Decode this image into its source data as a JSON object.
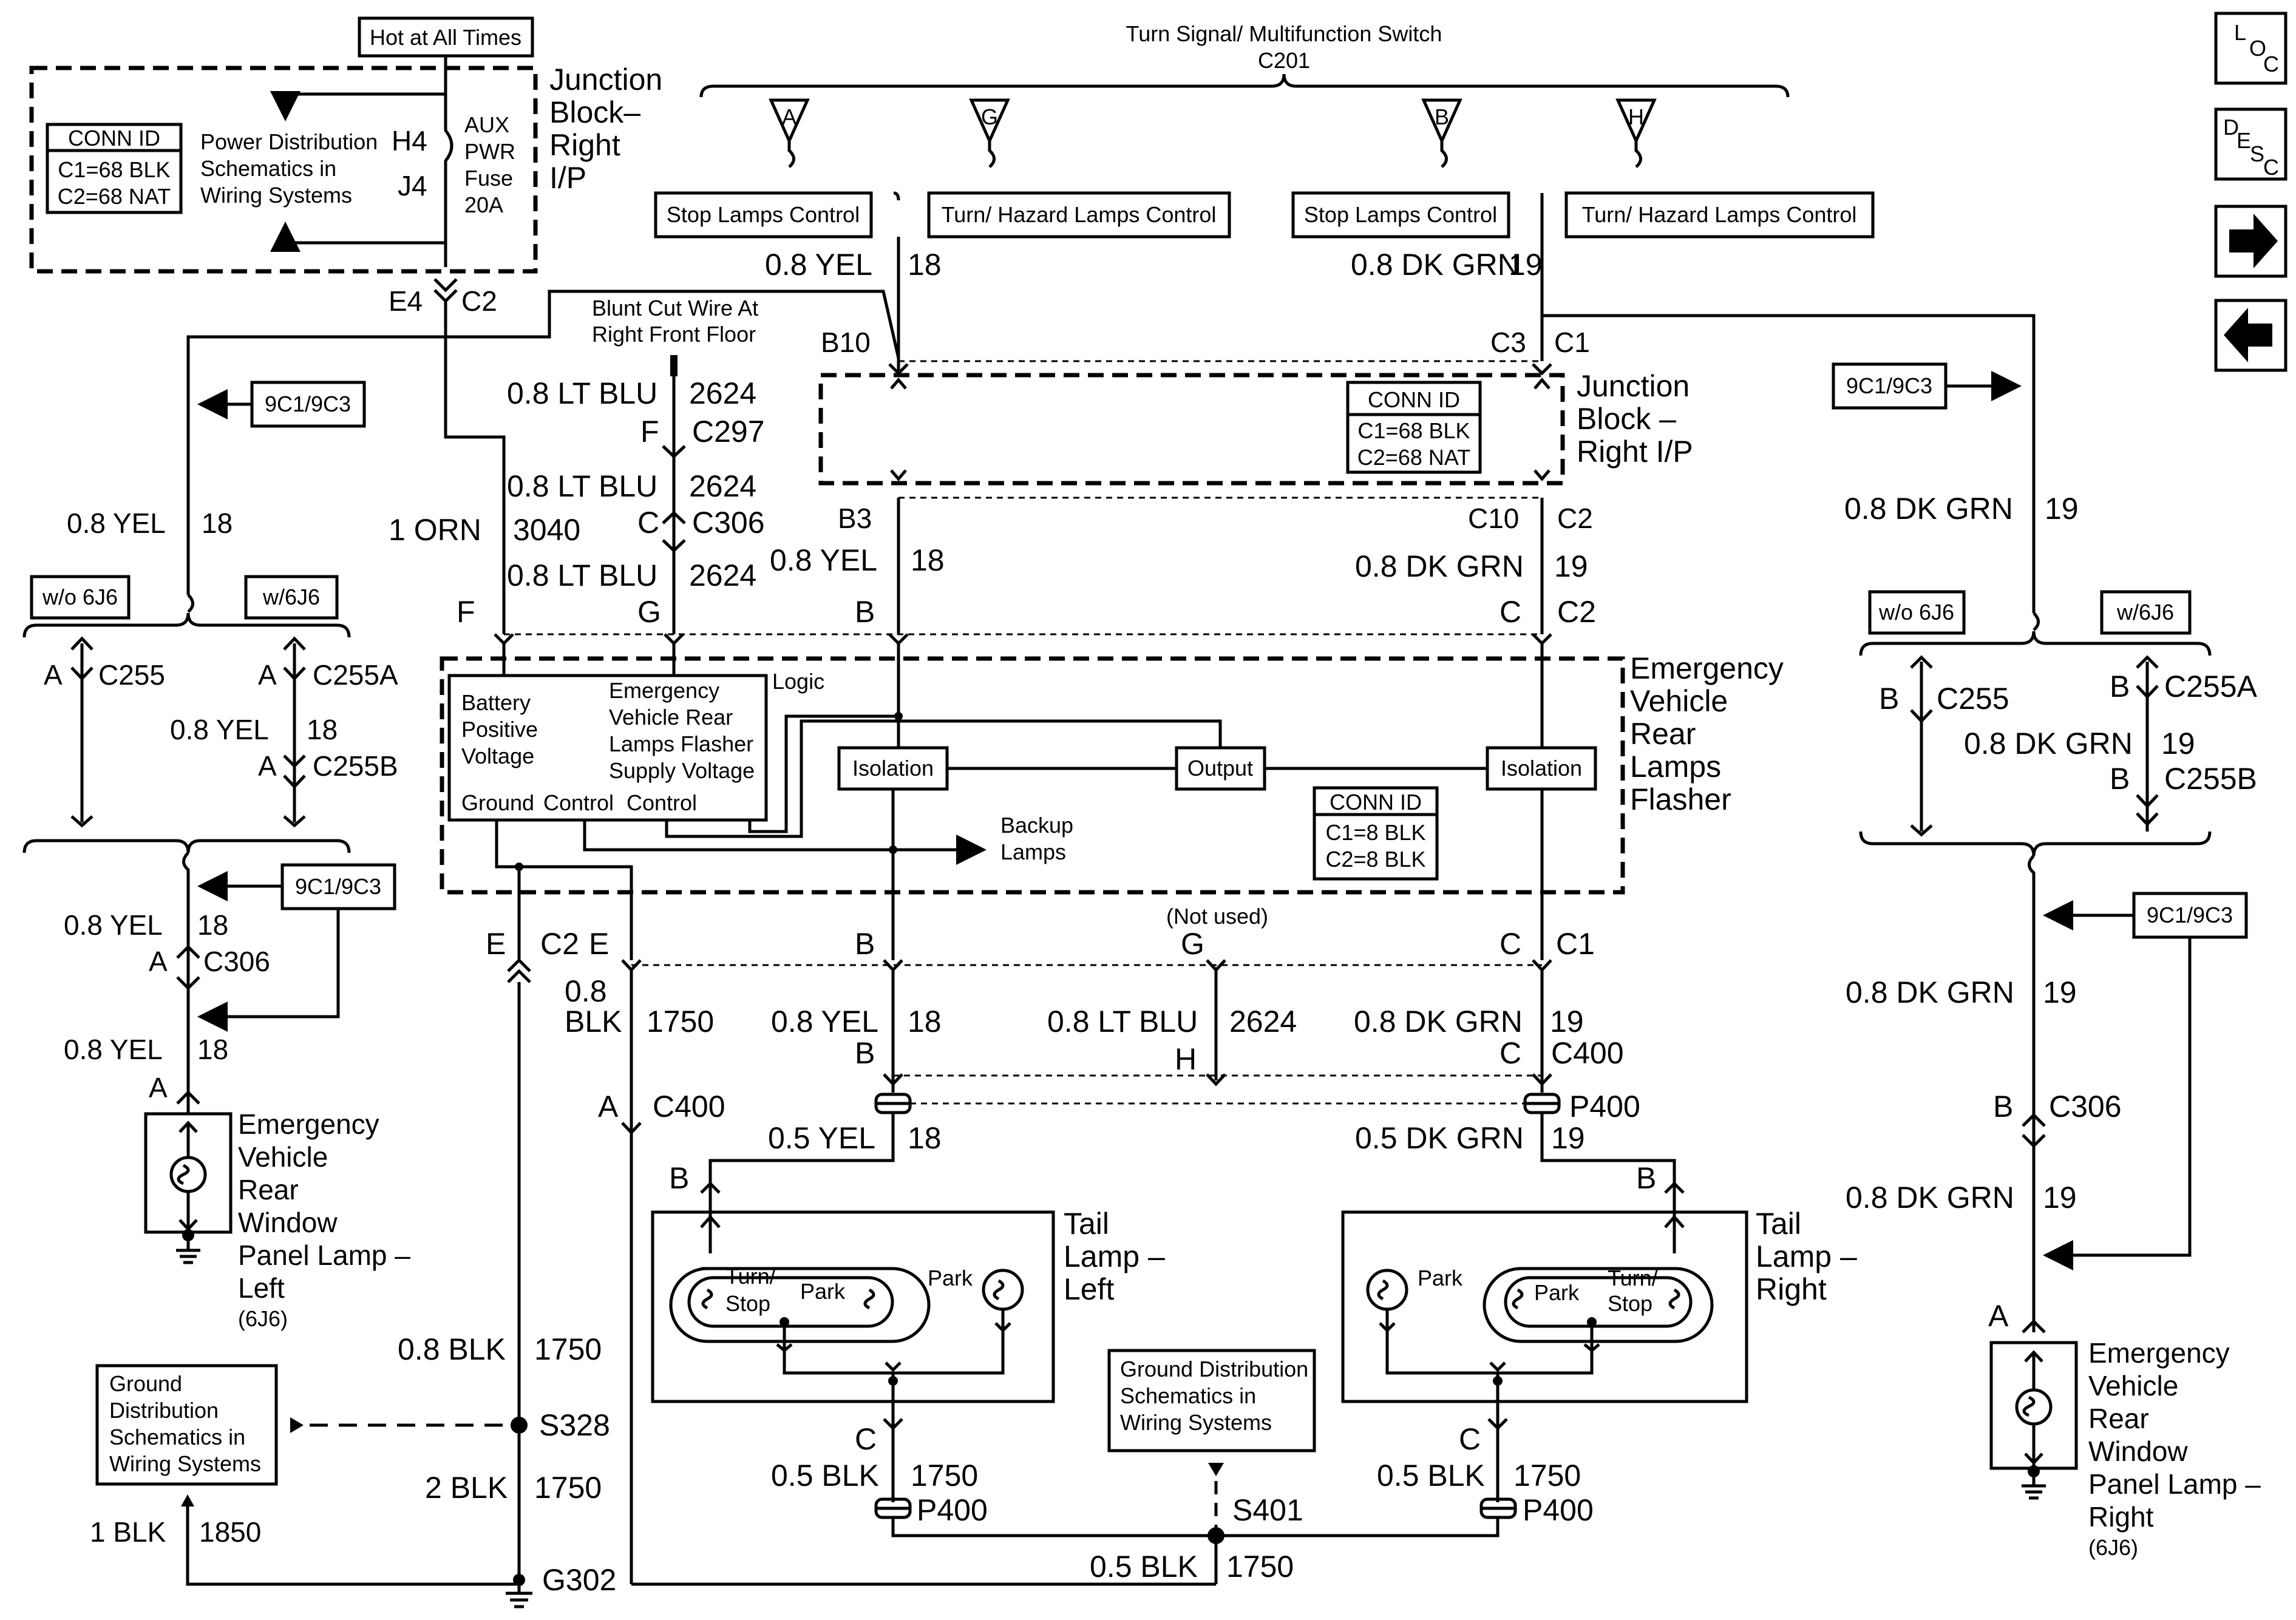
{
  "header": {
    "switch_title": "Turn Signal/ Multifunction Switch",
    "switch_conn": "C201",
    "hot_at_all_times": "Hot at All Times"
  },
  "nav": {
    "loc": [
      "L",
      "O",
      "C"
    ],
    "desc": [
      "D",
      "E",
      "S",
      "C"
    ]
  },
  "switch_pins": [
    "A",
    "G",
    "B",
    "H"
  ],
  "controls": [
    "Stop Lamps Control",
    "Turn/ Hazard Lamps Control",
    "Stop Lamps Control",
    "Turn/ Hazard Lamps Control"
  ],
  "junction_top": {
    "label": [
      "Junction",
      "Block–",
      "Right",
      "I/P"
    ],
    "conn_id": [
      "CONN ID",
      "C1=68 BLK",
      "C2=68 NAT"
    ],
    "pds": [
      "Power Distribution",
      "Schematics in",
      "Wiring Systems"
    ],
    "h4": "H4",
    "j4": "J4",
    "fuse": [
      "AUX",
      "PWR",
      "Fuse",
      "20A"
    ],
    "e4": "E4",
    "c2": "C2"
  },
  "junction_mid": {
    "label": [
      "Junction",
      "Block –",
      "Right I/P"
    ],
    "conn_id": [
      "CONN ID",
      "C1=68 BLK",
      "C2=68 NAT"
    ],
    "b10": "B10",
    "c3": "C3",
    "c1": "C1",
    "b3": "B3",
    "c10": "C10",
    "c2": "C2"
  },
  "blunt_cut": [
    "Blunt Cut Wire At",
    "Right Front Floor"
  ],
  "wires": {
    "yel_08": "0.8 YEL",
    "n18": "18",
    "dkgrn_08": "0.8 DK GRN",
    "n19": "19",
    "ltblu_08": "0.8 LT BLU",
    "n2624": "2624",
    "orn_1": "1 ORN",
    "n3040": "3040",
    "blk_08": "0.8",
    "blk_word": "BLK",
    "n1750": "1750",
    "yel_05": "0.5 YEL",
    "dkgrn_05": "0.5 DK GRN",
    "blk_05": "0.5 BLK",
    "blk_08_full": "0.8 BLK",
    "blk_2": "2 BLK",
    "blk_1": "1 BLK",
    "n1850": "1850"
  },
  "connectors": {
    "f": "F",
    "c297": "C297",
    "c": "C",
    "c306": "C306",
    "g": "G",
    "b": "B",
    "c255": "C255",
    "c255a": "C255A",
    "c255b": "C255B",
    "a": "A",
    "e": "E",
    "c400": "C400",
    "h": "H",
    "p400": "P400",
    "s328": "S328",
    "g302": "G302",
    "s401": "S401"
  },
  "options": [
    "w/o 6J6",
    "w/6J6"
  ],
  "ref_9c": "9C1/9C3",
  "flasher": {
    "label": [
      "Emergency",
      "Vehicle",
      "Rear",
      "Lamps",
      "Flasher"
    ],
    "battery": [
      "Battery",
      "Positive",
      "Voltage"
    ],
    "supply": [
      "Emergency",
      "Vehicle Rear",
      "Lamps Flasher",
      "Supply Voltage"
    ],
    "bottom": [
      "Ground",
      "Control",
      "Control"
    ],
    "logic": "Logic",
    "isolation": "Isolation",
    "output": "Output",
    "backup": [
      "Backup",
      "Lamps"
    ],
    "conn_id": [
      "CONN ID",
      "C1=8 BLK",
      "C2=8 BLK"
    ]
  },
  "not_used": "(Not used)",
  "tail_left": [
    "Tail",
    "Lamp –",
    "Left"
  ],
  "tail_right": [
    "Tail",
    "Lamp –",
    "Right"
  ],
  "lamp_labels": {
    "turn": "Turn/",
    "stop": "Stop",
    "park": "Park"
  },
  "panel_left": [
    "Emergency",
    "Vehicle",
    "Rear",
    "Window",
    "Panel Lamp –",
    "Left"
  ],
  "panel_right": [
    "Emergency",
    "Vehicle",
    "Rear",
    "Window",
    "Panel Lamp –",
    "Right"
  ],
  "option_6j6": "(6J6)",
  "ground_dist": [
    "Ground",
    "Distribution",
    "Schematics in",
    "Wiring Systems"
  ],
  "ground_dist_mid": [
    "Ground Distribution",
    "Schematics in",
    "Wiring Systems"
  ]
}
